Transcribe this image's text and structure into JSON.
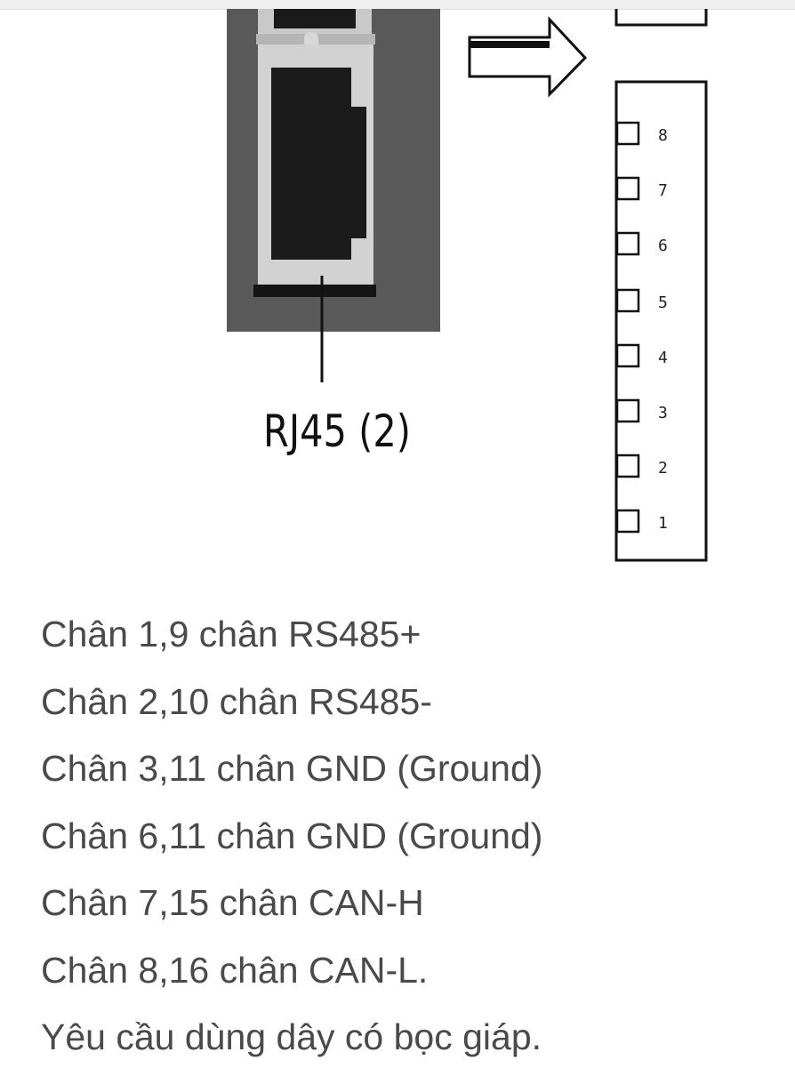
{
  "figure": {
    "connector_label": "RJ45 (2)",
    "pins": [
      "8",
      "7",
      "6",
      "5",
      "4",
      "3",
      "2",
      "1"
    ]
  },
  "text": {
    "lines": [
      "Chân 1,9 chân RS485+",
      "Chân 2,10 chân RS485-",
      "Chân 3,11 chân GND (Ground)",
      "Chân 6,11 chân GND (Ground)",
      "Chân 7,15 chân CAN-H",
      "Chân 8,16 chân CAN-L.",
      "Yêu cầu dùng dây có bọc giáp."
    ]
  }
}
